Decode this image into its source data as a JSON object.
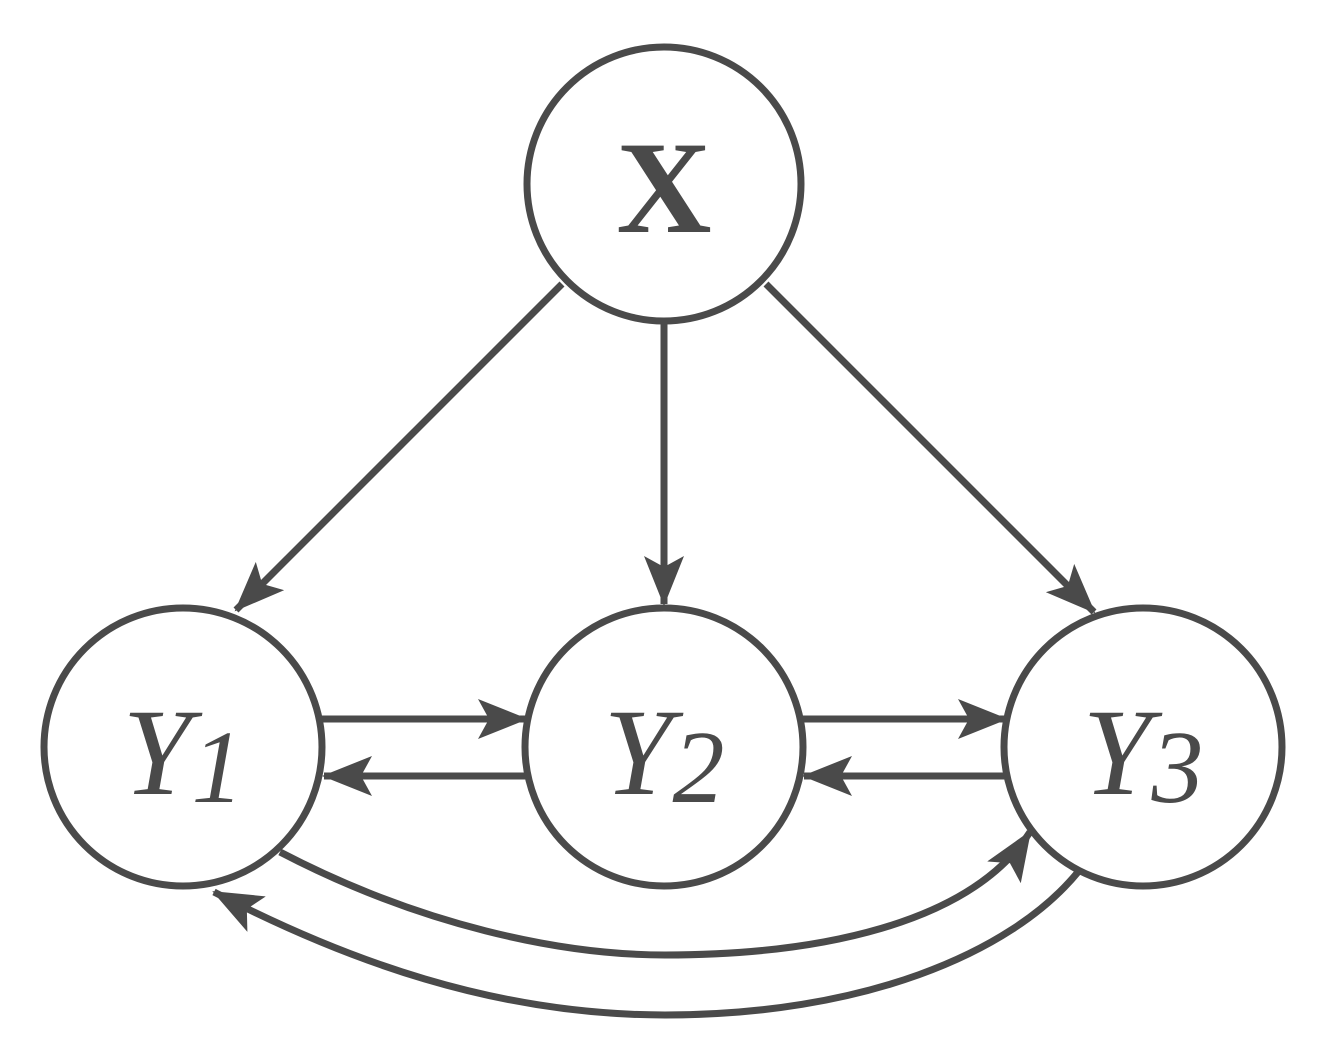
{
  "diagram": {
    "colors": {
      "stroke": "#4a4a4a",
      "node_fill": "#ffffff",
      "background": "#ffffff"
    },
    "nodes": {
      "x": {
        "label": "X"
      },
      "y1": {
        "label": "Y",
        "subscript": "1"
      },
      "y2": {
        "label": "Y",
        "subscript": "2"
      },
      "y3": {
        "label": "Y",
        "subscript": "3"
      }
    },
    "edges": [
      {
        "from": "X",
        "to": "Y1"
      },
      {
        "from": "X",
        "to": "Y2"
      },
      {
        "from": "X",
        "to": "Y3"
      },
      {
        "from": "Y1",
        "to": "Y2"
      },
      {
        "from": "Y2",
        "to": "Y1"
      },
      {
        "from": "Y2",
        "to": "Y3"
      },
      {
        "from": "Y3",
        "to": "Y2"
      },
      {
        "from": "Y1",
        "to": "Y3"
      },
      {
        "from": "Y3",
        "to": "Y1"
      }
    ]
  }
}
